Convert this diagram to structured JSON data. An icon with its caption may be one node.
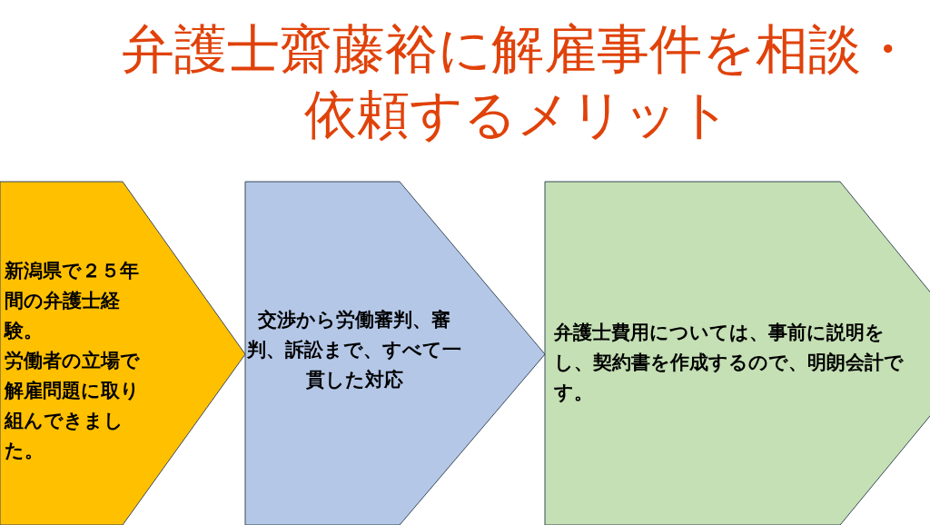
{
  "diagram": {
    "title": "弁護士齋藤裕に解雇事件を相談・依頼するメリット",
    "nodes": [
      {
        "text": [
          "新潟県で２５年間の弁護士経験。",
          "労働者の立場で解雇問題に取り組んできました。"
        ]
      },
      {
        "text": [
          "交渉から労働審判、審判、訴訟まで、すべて一貫した対応"
        ]
      },
      {
        "text": [
          "弁護士費用については、事前に説明をし、契約書を作成するので、明朗会計です。"
        ]
      }
    ]
  }
}
